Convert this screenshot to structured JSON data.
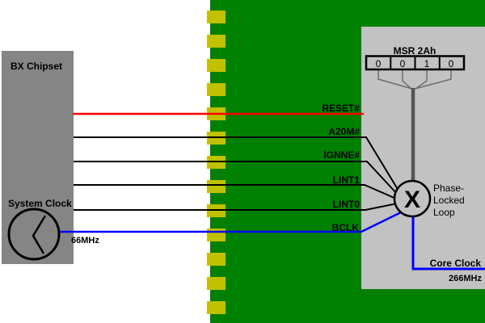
{
  "colors": {
    "board_green": "#008000",
    "pad_yellow": "#c1c100",
    "chipset_gray": "#858585",
    "cpu_gray": "#c2c2c2",
    "reset_red": "#ff0000",
    "clock_blue": "#0000ff",
    "bus_gray": "#555555"
  },
  "chipset": {
    "title": "BX Chipset",
    "clock_label": "System Clock",
    "clock_freq": "66MHz"
  },
  "connector": {
    "pad_count": 13
  },
  "msr": {
    "label": "MSR 2Ah",
    "bits": [
      "0",
      "0",
      "1",
      "0"
    ]
  },
  "pll": {
    "symbol": "X",
    "label_lines": [
      "Phase-",
      "Locked",
      "Loop"
    ]
  },
  "signals": [
    {
      "label": "RESET#",
      "wire_color": "#ff0000"
    },
    {
      "label": "A20M#",
      "wire_color": "#000000"
    },
    {
      "label": "IGNNE#",
      "wire_color": "#000000"
    },
    {
      "label": "LINT1",
      "wire_color": "#000000"
    },
    {
      "label": "LINT0",
      "wire_color": "#000000"
    },
    {
      "label": "BCLK",
      "wire_color": "#0000ff"
    }
  ],
  "core_clock": {
    "label": "Core Clock",
    "freq": "266MHz"
  }
}
